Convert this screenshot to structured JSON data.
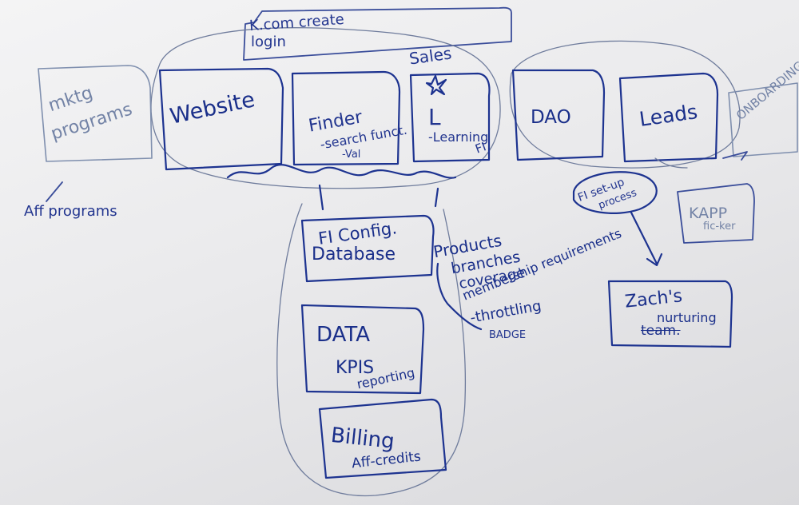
{
  "labels": {
    "kcom_create": "K.com create",
    "login": "login",
    "sales": "Sales",
    "mktg": "mktg",
    "programs": "programs",
    "aff_programs": "Aff programs",
    "website": "Website",
    "finder": "Finder",
    "search_funct": "-search funct.",
    "finder_sub": "-Val",
    "star": "☆",
    "learning_l": "L",
    "learning": "-Learning",
    "learning_fi": "FI",
    "dao": "DAO",
    "leads": "Leads",
    "onboarding": "ONBOARDING",
    "fi_setup": "FI set-up",
    "process": "process",
    "kapp": "KAPP",
    "kapp_sub": "fic-ker",
    "fi_config": "FI Config.",
    "database": "Database",
    "products": "Products",
    "branches": "branches",
    "coverage": "coverage",
    "membership": "membership requirements",
    "throttling": "-throttling",
    "badge": "BADGE",
    "zachs": "Zach's",
    "nurturing": "nurturing",
    "team": "team.",
    "data": "DATA",
    "kpis": "KPIS",
    "reporting": "reporting",
    "billing": "Billing",
    "aff_credits": "Aff-credits"
  },
  "colors": {
    "whiteboard": "#ececee",
    "marker_blue": "#1d3390",
    "faded_ink": "#7f8fae"
  }
}
